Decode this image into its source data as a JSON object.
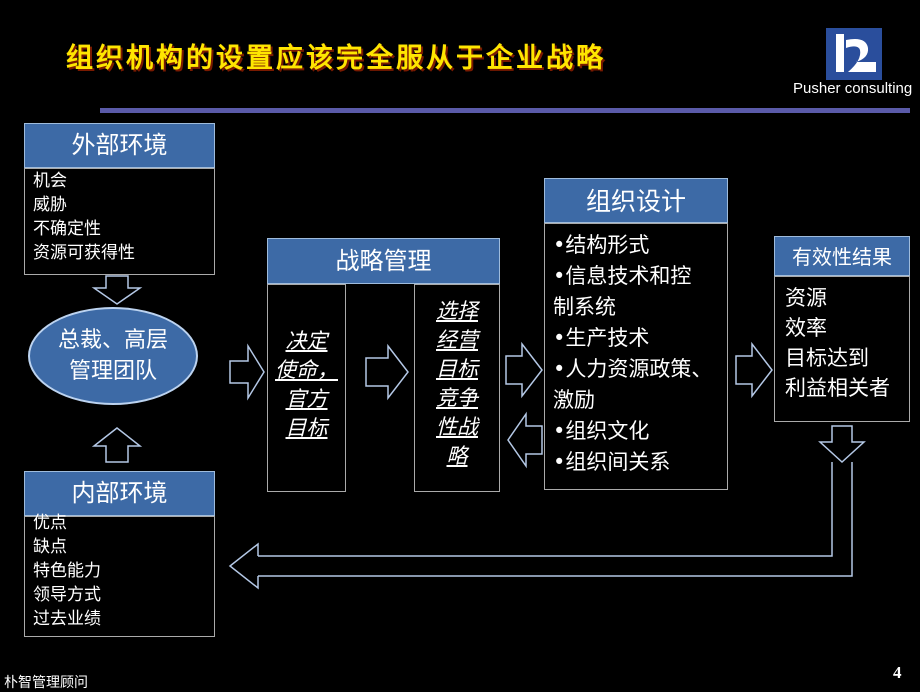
{
  "title": "组织机构的设置应该完全服从于企业战略",
  "logo": {
    "text": "Pusher consulting"
  },
  "external": {
    "header": "外部环境",
    "items": [
      "机会",
      "威胁",
      "不确定性",
      "资源可获得性"
    ]
  },
  "internal": {
    "header": "内部环境",
    "items": [
      "优点",
      "缺点",
      "特色能力",
      "领导方式",
      "过去业绩"
    ]
  },
  "management": {
    "text_line1": "总裁、高层",
    "text_line2": "管理团队"
  },
  "strategy": {
    "header": "战略管理",
    "left_lines": [
      "决定",
      "使命，",
      "官方",
      "目标"
    ],
    "right_lines": [
      "选择",
      "经营",
      "目标",
      "竞争",
      "性战",
      "略"
    ]
  },
  "org_design": {
    "header": "组织设计",
    "items": [
      "•结构形式",
      "•信息技术和控",
      "制系统",
      "•生产技术",
      "•人力资源政策、",
      "激励",
      "•组织文化",
      "•组织间关系"
    ]
  },
  "results": {
    "header": "有效性结果",
    "items": [
      "资源",
      "效率",
      "目标达到",
      "利益相关者"
    ]
  },
  "footer": {
    "text": "朴智管理顾问",
    "page": "4"
  },
  "colors": {
    "title": "#ffe600",
    "header_fill": "#3d6aa6",
    "rule": "#5a5aa8",
    "arrow": "#b4c8e6",
    "background": "#000000"
  }
}
